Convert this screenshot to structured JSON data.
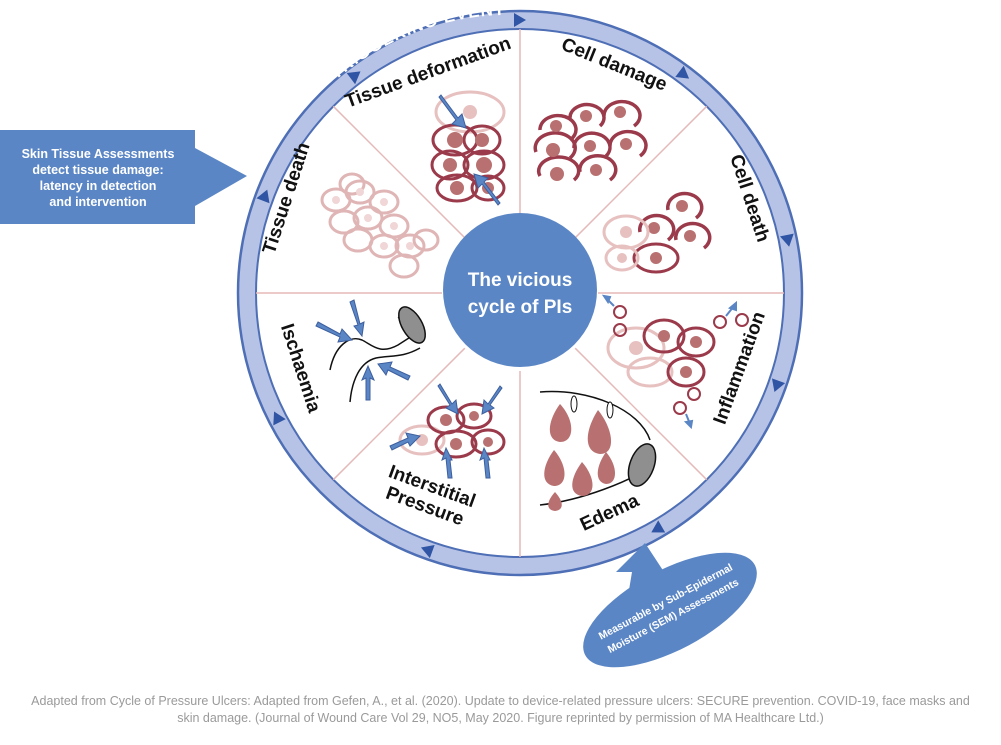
{
  "diagram": {
    "center_lines": [
      "The vicious",
      "cycle of PIs"
    ],
    "triggering_event": "TRIGGERING EVENT",
    "segments": [
      {
        "key": "tissue_deformation",
        "lines": [
          "Tissue deformation"
        ]
      },
      {
        "key": "cell_damage",
        "lines": [
          "Cell damage"
        ]
      },
      {
        "key": "cell_death",
        "lines": [
          "Cell death"
        ]
      },
      {
        "key": "inflammation",
        "lines": [
          "Inflammation"
        ]
      },
      {
        "key": "edema",
        "lines": [
          "Edema"
        ]
      },
      {
        "key": "interstitial_pressure",
        "lines": [
          "Interstitial",
          "Pressure"
        ]
      },
      {
        "key": "ischaemia",
        "lines": [
          "Ischaemia"
        ]
      },
      {
        "key": "tissue_death",
        "lines": [
          "Tissue death"
        ]
      }
    ],
    "left_callout_lines": [
      "Skin Tissue Assessments",
      "detect tissue damage:",
      "latency in detection",
      "and intervention"
    ],
    "sem_callout_lines": [
      "Measurable by Sub-Epidermal",
      "Moisture (SEM) Assessments"
    ]
  },
  "caption_lines": [
    "Adapted from Cycle of Pressure Ulcers: Adapted from Gefen, A., et al. (2020). Update to device-related pressure ulcers: SECURE prevention. COVID-19, face masks and",
    "skin damage. (Journal of Wound Care Vol 29, NO5, May 2020. Figure reprinted by permission of MA Healthcare Ltd.)"
  ],
  "colors": {
    "ring_fill": "#b7c3e6",
    "ring_stroke": "#4e6fb5",
    "center_fill": "#5b86c5",
    "arrow_blue": "#5b86c5",
    "divider": "#e6b9b9",
    "cell_dark": "#9b3a4a",
    "cell_light": "#e7c0c0",
    "cell_mid": "#b97070"
  },
  "icons": [
    "cycle-direction-arrow-icon",
    "pressure-arrow-icon",
    "blood-vessel-icon",
    "cell-cluster-icon"
  ]
}
